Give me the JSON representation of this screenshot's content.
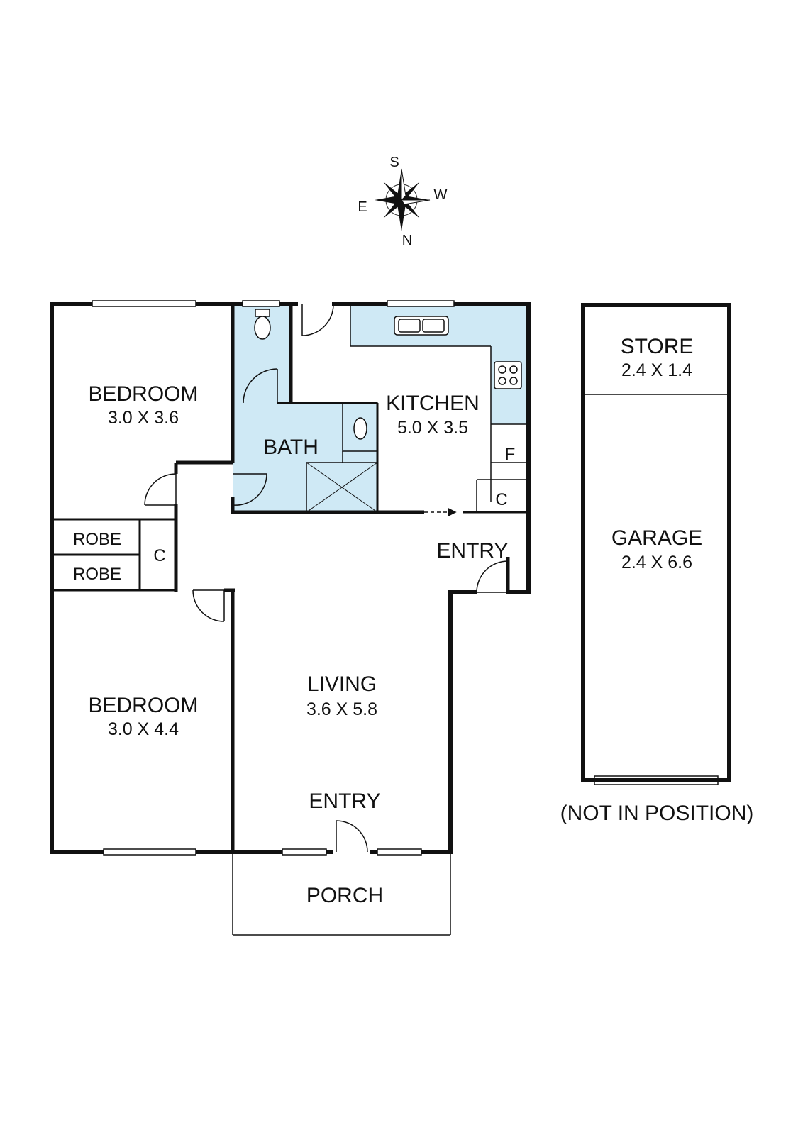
{
  "compass": {
    "top": "S",
    "right": "W",
    "bottom": "N",
    "left": "E",
    "icon": "compass-rose-icon"
  },
  "colors": {
    "wet_area": "#cfe9f5",
    "wall": "#111111"
  },
  "rooms": {
    "bedroom1": {
      "name": "BEDROOM",
      "dim": "3.0 X 3.6"
    },
    "bedroom2": {
      "name": "BEDROOM",
      "dim": "3.0 X 4.4"
    },
    "bath": {
      "name": "BATH"
    },
    "kitchen": {
      "name": "KITCHEN",
      "dim": "5.0 X 3.5"
    },
    "living": {
      "name": "LIVING",
      "dim": "3.6 X 5.8"
    },
    "store": {
      "name": "STORE",
      "dim": "2.4 X 1.4"
    },
    "garage": {
      "name": "GARAGE",
      "dim": "2.4 X 6.6"
    },
    "porch": {
      "name": "PORCH"
    }
  },
  "labels": {
    "robe1": "ROBE",
    "robe2": "ROBE",
    "cupboard_hall": "C",
    "cupboard_kitchen": "C",
    "fridge": "F",
    "entry_side": "ENTRY",
    "entry_front": "ENTRY",
    "garage_note": "(NOT IN POSITION)"
  }
}
